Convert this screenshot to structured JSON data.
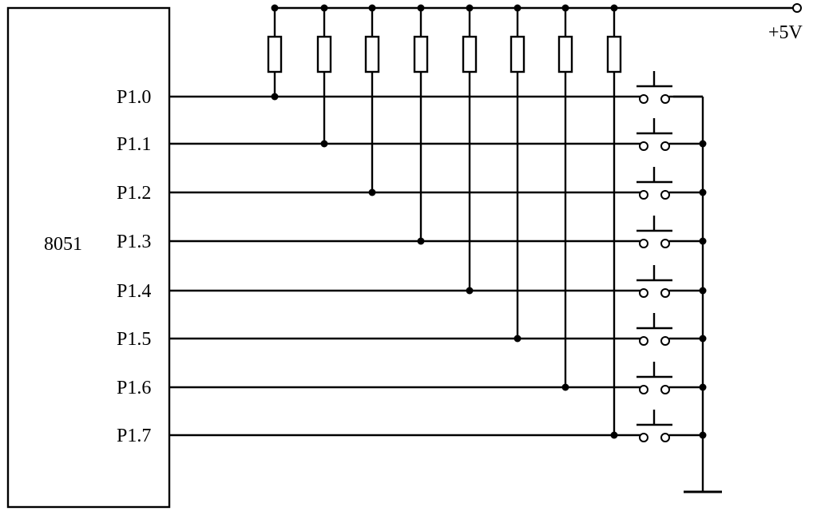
{
  "chip": {
    "label": "8051"
  },
  "supply": {
    "label": "+5V"
  },
  "pins": [
    "P1.0",
    "P1.1",
    "P1.2",
    "P1.3",
    "P1.4",
    "P1.5",
    "P1.6",
    "P1.7"
  ]
}
